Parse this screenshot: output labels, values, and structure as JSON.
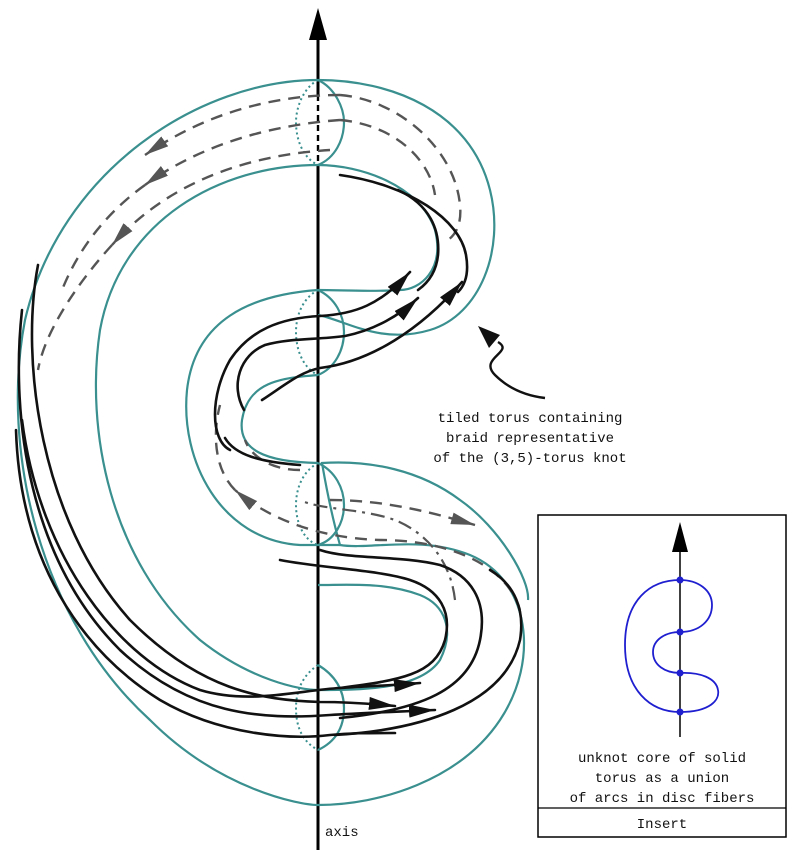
{
  "colors": {
    "torus": "#3a8f8f",
    "strand": "#111111",
    "hidden_strand": "#555555",
    "axis": "#000000",
    "core": "#1f1fd0",
    "core_points": "#1f1fd0"
  },
  "labels": {
    "axis": "axis",
    "annotation_lines": [
      "tiled torus containing",
      "braid representative",
      "of the (3,5)-torus knot"
    ]
  },
  "insert": {
    "caption_lines": [
      "unknot core of solid",
      "torus as a union",
      "of arcs in disc fibers"
    ],
    "title": "Insert"
  }
}
